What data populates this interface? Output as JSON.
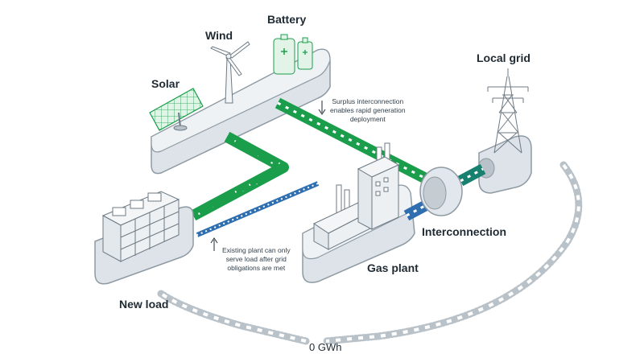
{
  "labels": {
    "solar": "Solar",
    "wind": "Wind",
    "battery": "Battery",
    "local_grid": "Local grid",
    "interconnection": "Interconnection",
    "gas_plant": "Gas plant",
    "new_load": "New load",
    "energy_flow": "0 GWh"
  },
  "annotations": {
    "surplus_line1": "Surplus interconnection",
    "surplus_line2": "enables rapid generation",
    "surplus_line3": "deployment",
    "existing_line1": "Existing plant can only",
    "existing_line2": "serve load after grid",
    "existing_line3": "obligations are met"
  },
  "colors": {
    "green": "#1a9e4b",
    "blue": "#2f6fb0",
    "teal": "#17806f",
    "platform_fill": "#dde3e8",
    "platform_stroke": "#8e9aa3",
    "text": "#1f2a33"
  },
  "icons": {
    "solar": "solar-panel-icon",
    "wind": "wind-turbine-icon",
    "battery": "battery-icon",
    "local_grid": "transmission-tower-icon",
    "gas_plant": "gas-plant-icon",
    "new_load": "data-center-icon",
    "interconnection": "interconnection-node-icon"
  }
}
